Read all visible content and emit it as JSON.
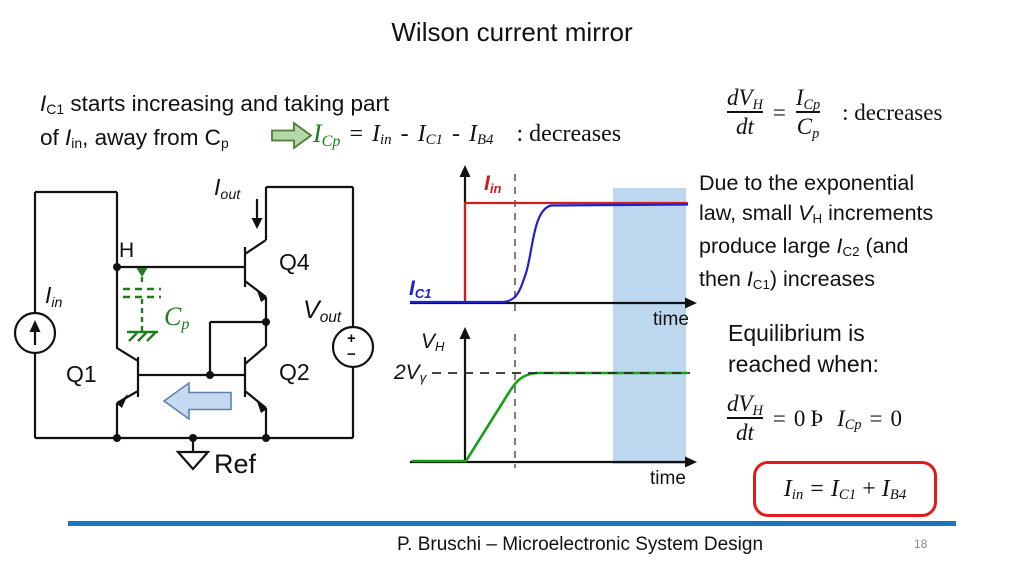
{
  "slide": {
    "title": "Wilson current mirror",
    "footer": "P. Bruschi – Microelectronic System Design",
    "page_number": "18"
  },
  "intro": {
    "v1": "I",
    "v1_sub": "C1",
    "l1_rest": " starts increasing and taking part",
    "l2_pre": "of ",
    "v2": "I",
    "v2_sub": "in",
    "l2_mid": ", away from C",
    "l2_sub": "p"
  },
  "flow_eq": {
    "lhs": "I",
    "lhs_sub": "Cp",
    "eq": "=",
    "t1": "I",
    "t1_sub": "in",
    "minus1": "-",
    "t2": "I",
    "t2_sub": "C1",
    "minus2": "-",
    "t3": "I",
    "t3_sub": "B4",
    "note": ": decreases"
  },
  "deriv_eq": {
    "num": "dV",
    "num_sub": "H",
    "den": "dt",
    "eq": "=",
    "num2": "I",
    "num2_sub": "Cp",
    "den2": "C",
    "den2_sub": "p",
    "note": ": decreases"
  },
  "exp_text": {
    "l1": "Due to the exponential",
    "l2a": "law, small ",
    "v1": "V",
    "v1_sub": "H",
    "l2b": " increments",
    "l3a": "produce large ",
    "v2": "I",
    "v2_sub": "C2",
    "l3b": " (and",
    "l4a": "then ",
    "v3": "I",
    "v3_sub": "C1",
    "l4b": ") increases"
  },
  "equilibrium": {
    "l1": "Equilibrium is",
    "l2": "reached when:"
  },
  "eq_zero": {
    "num": "dV",
    "num_sub": "H",
    "den": "dt",
    "eq": "=",
    "zero": "0",
    "thorn": "Þ",
    "v": "I",
    "v_sub": "Cp",
    "eq2": "=",
    "zero2": "0"
  },
  "boxed_eq": {
    "lhs": "I",
    "lhs_sub": "in",
    "eq": "=",
    "t1": "I",
    "t1_sub": "C1",
    "plus": "+",
    "t2": "I",
    "t2_sub": "B4"
  },
  "circuit": {
    "iin": "I",
    "iin_sub": "in",
    "iout": "I",
    "iout_sub": "out",
    "vout": "V",
    "vout_sub": "out",
    "h": "H",
    "cp": "C",
    "cp_sub": "p",
    "q1": "Q1",
    "q2": "Q2",
    "q4": "Q4",
    "ref": "Ref",
    "plus": "+",
    "minus": "−"
  },
  "plots": {
    "top": {
      "red_label": "I",
      "red_sub": "in",
      "blue_label": "I",
      "blue_sub": "C1",
      "xlabel": "time",
      "description": "Iin steps up at t0 and stays constant; IC1 stays at 0 then rises sigmoidally to Iin after the dashed marker; equilibrium band shaded at right"
    },
    "bottom": {
      "ylabel": "V",
      "ylabel_sub": "H",
      "level": "2V",
      "level_sub": "γ",
      "xlabel": "time",
      "description": "VH ramps from 0 at t0 and saturates at 2Vgamma near the dashed marker"
    }
  },
  "colors": {
    "band": "#bdd7ee",
    "footer_line": "#1b75bc",
    "green": "#1e7e1e",
    "green_curve": "#17a017",
    "red": "#cf2020",
    "blue": "#2020cf",
    "box_red": "#e01b1b",
    "flow_arrow_fill": "#b6d7a8",
    "flow_arrow_stroke": "#4f7c32",
    "blue_arrow_fill": "#c5d9f0",
    "blue_arrow_stroke": "#5b83b0"
  }
}
